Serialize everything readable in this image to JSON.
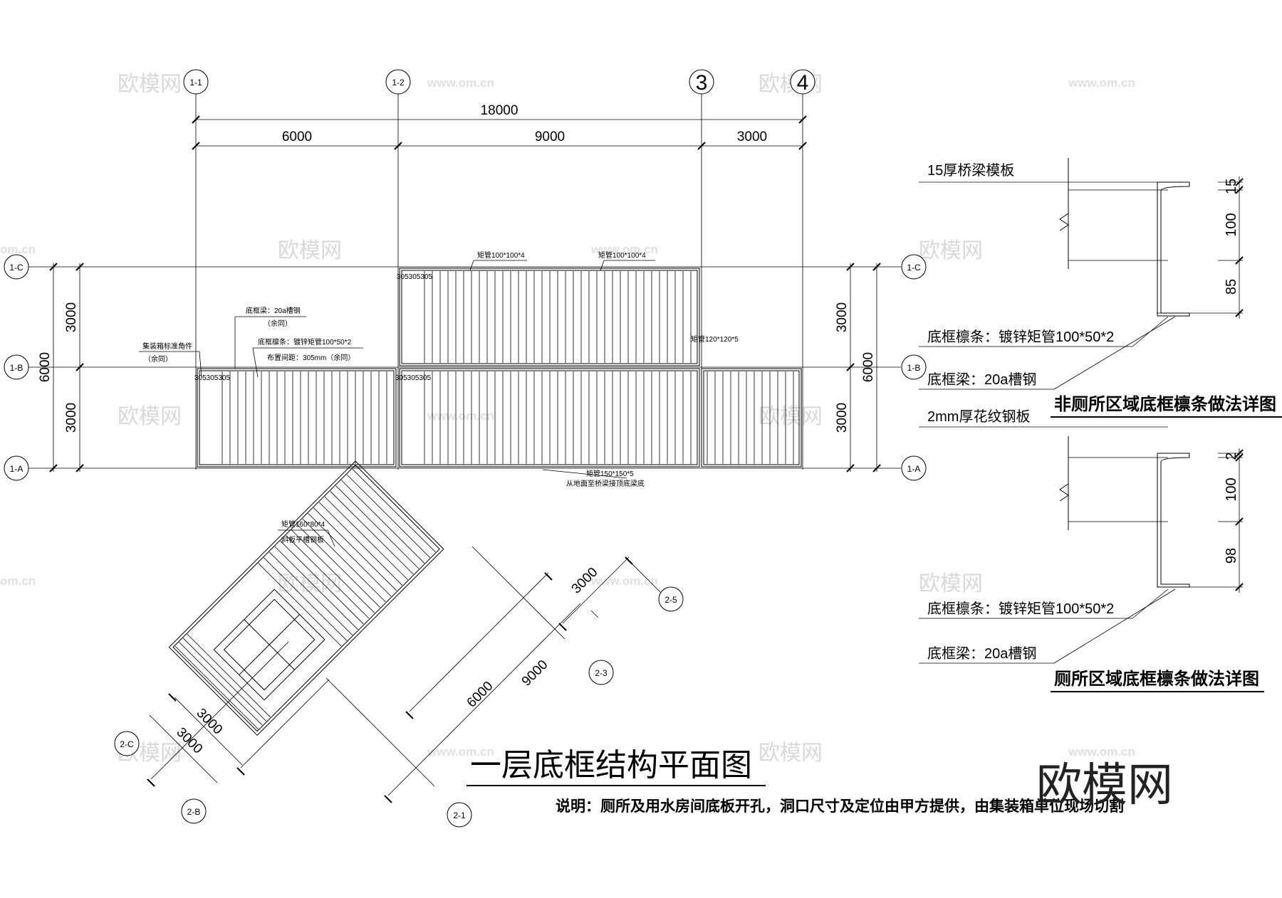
{
  "dims": {
    "total": "18000",
    "d1": "6000",
    "d2": "9000",
    "d3": "3000",
    "left_a": "3000",
    "left_b": "3000",
    "left_total": "6000",
    "right_a": "3000",
    "right_b": "3000",
    "right_total": "6000",
    "diag_3000": "3000",
    "diag_9000": "9000",
    "diag_6000": "6000",
    "diag_low_a": "3000",
    "diag_low_b": "3000"
  },
  "axes": {
    "top": [
      "1-1",
      "1-2",
      "3",
      "4"
    ],
    "left": [
      "1-C",
      "1-B",
      "1-A"
    ],
    "right": [
      "1-C",
      "1-B",
      "1-A"
    ],
    "diag": [
      "2-5",
      "2-3",
      "2-C",
      "2-B",
      "2-1"
    ]
  },
  "annotations": {
    "corner": "集装箱标准角件",
    "same1": "（余同）",
    "beam": "底框梁：20a槽钢",
    "same2": "（余同）",
    "purlin": "底框檩条：镀锌矩管100*50*2",
    "spacing": "布置间距：305mm（余同）",
    "tube1": "矩管100*100*4",
    "tube2": "矩管100*100*4",
    "tube3": "矩管120*120*5",
    "tube4": "矩管150*150*5",
    "tube4b": "从地面至桥梁接顶底梁底",
    "tube5": "矩管160*80*4",
    "tube5b": "斜板平槽钢板",
    "s305": "305305305"
  },
  "detail1": {
    "plate": "15厚桥梁模板",
    "purlin": "底框檩条：镀锌矩管100*50*2",
    "beam": "底框梁：20a槽钢",
    "title": "非厕所区域底框檩条做法详图",
    "d1": "15",
    "d2": "100",
    "d3": "85"
  },
  "detail2": {
    "plate": "2mm厚花纹钢板",
    "purlin": "底框檩条：镀锌矩管100*50*2",
    "beam": "底框梁：20a槽钢",
    "title": "厕所区域底框檩条做法详图",
    "d1": "2",
    "d2": "100",
    "d3": "98"
  },
  "main_title": "一层底框结构平面图",
  "note": "说明：厕所及用水房间底板开孔，洞口尺寸及定位由甲方提供，由集装箱单位现场切割",
  "watermark": {
    "text": "欧模网",
    "url": "www.om.cn",
    "url2": "om.cn"
  }
}
